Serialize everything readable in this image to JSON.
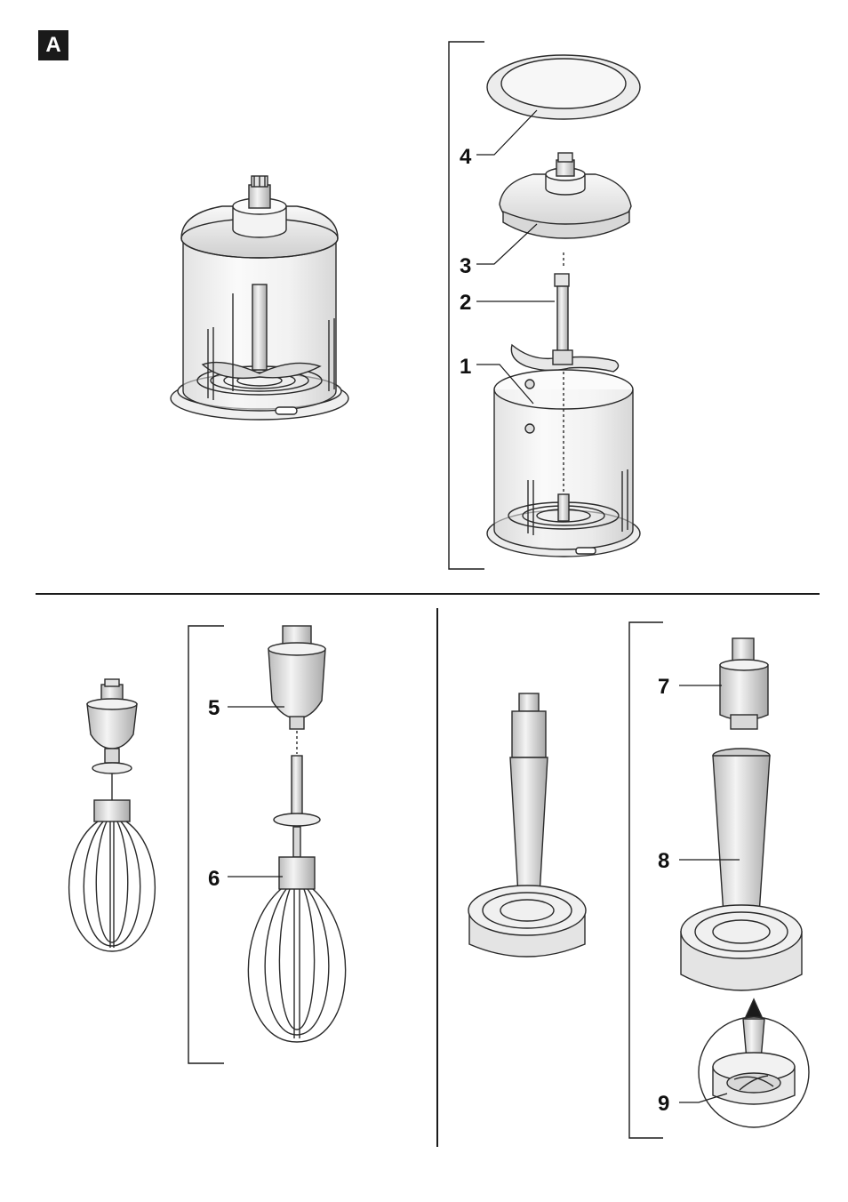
{
  "section_label": "A",
  "callouts": {
    "n1": "1",
    "n2": "2",
    "n3": "3",
    "n4": "4",
    "n5": "5",
    "n6": "6",
    "n7": "7",
    "n8": "8",
    "n9": "9"
  },
  "colors": {
    "line": "#1a1a1a",
    "part_fill": "#e9e9e9",
    "part_shade": "#c8c8c8",
    "glass": "#f3f3f3"
  }
}
